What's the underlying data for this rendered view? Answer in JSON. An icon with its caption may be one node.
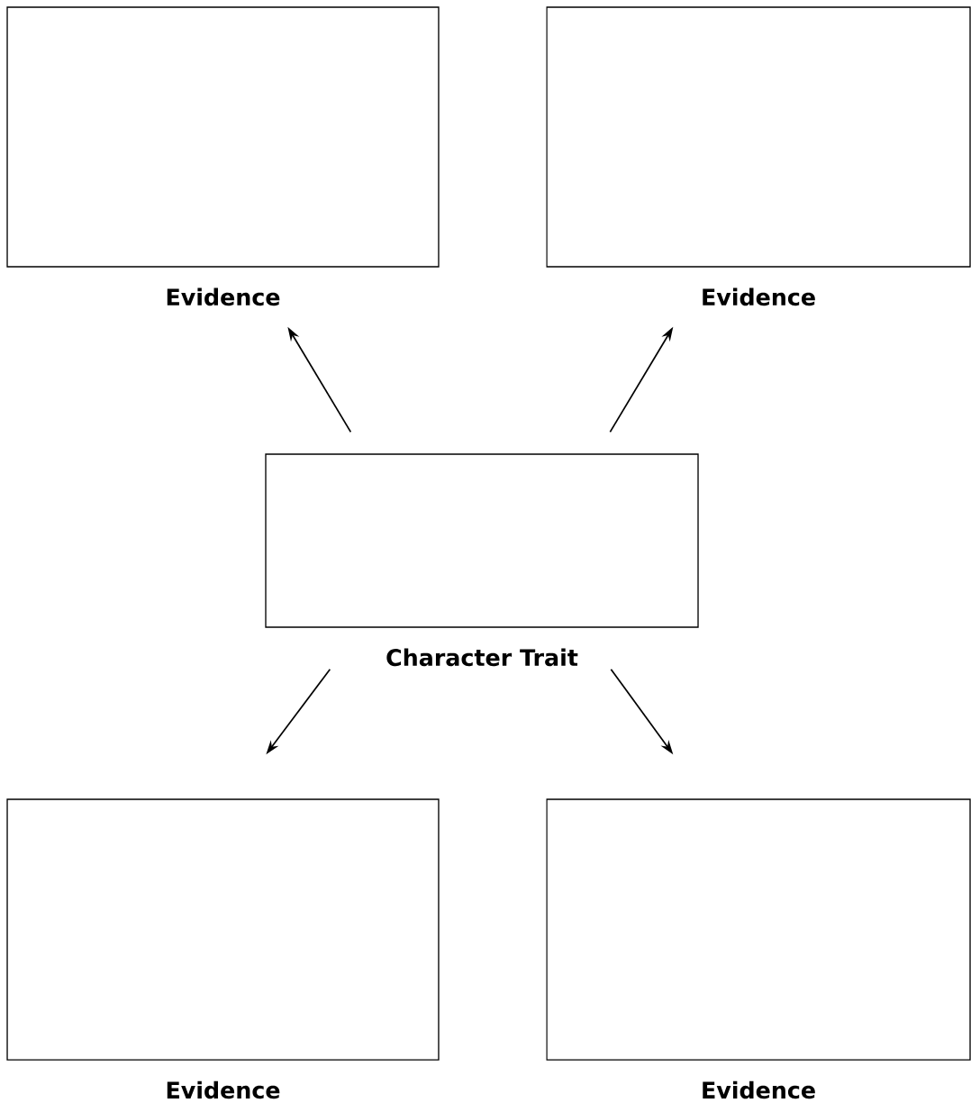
{
  "diagram": {
    "nodes": [
      {
        "text": [
          "Evidence"
        ]
      },
      {
        "text": [
          "Evidence"
        ]
      },
      {
        "text": [
          "Character Trait"
        ]
      },
      {
        "text": [
          "Evidence"
        ]
      },
      {
        "text": [
          "Evidence"
        ]
      }
    ],
    "edges": [
      {
        "from": 2,
        "to": 0,
        "arrow": "to"
      },
      {
        "from": 2,
        "to": 1,
        "arrow": "to"
      },
      {
        "from": 2,
        "to": 3,
        "arrow": "to"
      },
      {
        "from": 2,
        "to": 4,
        "arrow": "to"
      }
    ]
  }
}
